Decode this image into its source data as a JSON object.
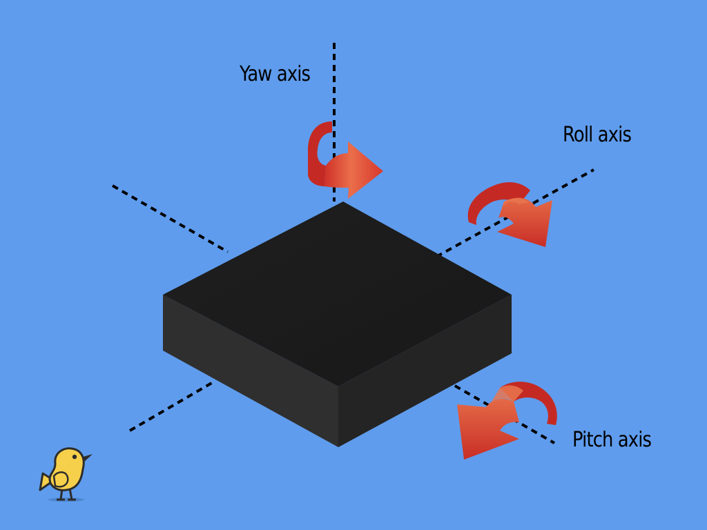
{
  "labels": {
    "yaw": "Yaw axis",
    "roll": "Roll axis",
    "pitch": "Pitch axis"
  },
  "colors": {
    "background": "#5f9ced",
    "box_top": "#1c1c1c",
    "box_left": "#2e2e2e",
    "box_right": "#222222",
    "axis_line": "#000000",
    "arrow_light": "#e8734a",
    "arrow_dark": "#cc3028",
    "mascot_body": "#f6d04a"
  },
  "icons": {
    "rotation_arrows": "curved-arrow-icon",
    "mascot": "bird-mascot-icon"
  }
}
